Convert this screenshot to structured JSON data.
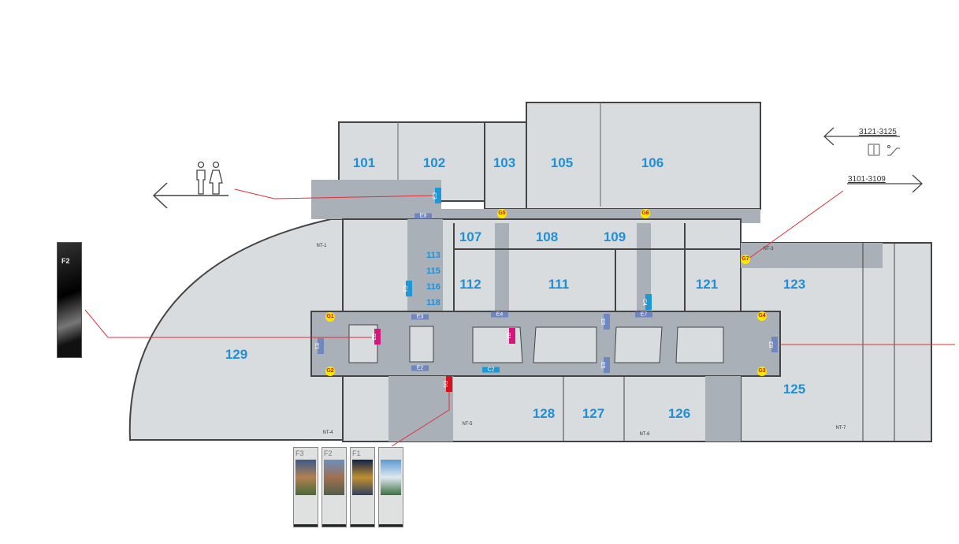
{
  "floor": "F2",
  "directions": [
    {
      "label": "3121-3125",
      "arrow": "left"
    },
    {
      "label": "3101-3109",
      "arrow": "right"
    }
  ],
  "icons": [
    "restroom-icon",
    "elevator-icon",
    "escalator-icon"
  ],
  "rooms": {
    "r101": "101",
    "r102": "102",
    "r103": "103",
    "r105": "105",
    "r106": "106",
    "r107": "107",
    "r108": "108",
    "r109": "109",
    "r111": "111",
    "r112": "112",
    "r113": "113",
    "r115": "115",
    "r116": "116",
    "r118": "118",
    "r121": "121",
    "r123": "123",
    "r125": "125",
    "r126": "126",
    "r127": "127",
    "r128": "128",
    "r129": "129"
  },
  "gates": {
    "g1": "G1",
    "g2": "G2",
    "g3": "G3",
    "g4": "G4",
    "g5": "G5",
    "g6": "G6",
    "g7": "G7"
  },
  "markers": {
    "c1": "C1",
    "c2": "C2",
    "c3": "C3",
    "c4": "C4",
    "e1": "E1",
    "e2": "E2",
    "e3": "E3",
    "e4": "E4",
    "e5": "E5",
    "e6": "E6",
    "e7": "E7",
    "e8": "E8",
    "e9": "E9",
    "b1": "B1",
    "b2": "B2",
    "d1": "D1"
  },
  "stairs": {
    "nt1": "NT-1",
    "nt3": "NT-3",
    "nt4": "NT-4",
    "nt5": "NT-5",
    "nt6": "NT-6",
    "nt7": "NT-7"
  },
  "kiosks": [
    {
      "floor": "F3"
    },
    {
      "floor": "F2"
    },
    {
      "floor": "F1"
    },
    {
      "floor": ""
    }
  ],
  "colors": {
    "room": "#d9dcdf",
    "corridor": "#a9b0b8",
    "wall": "#444444",
    "label": "#1f8fd6",
    "pointer": "#e0303a"
  }
}
